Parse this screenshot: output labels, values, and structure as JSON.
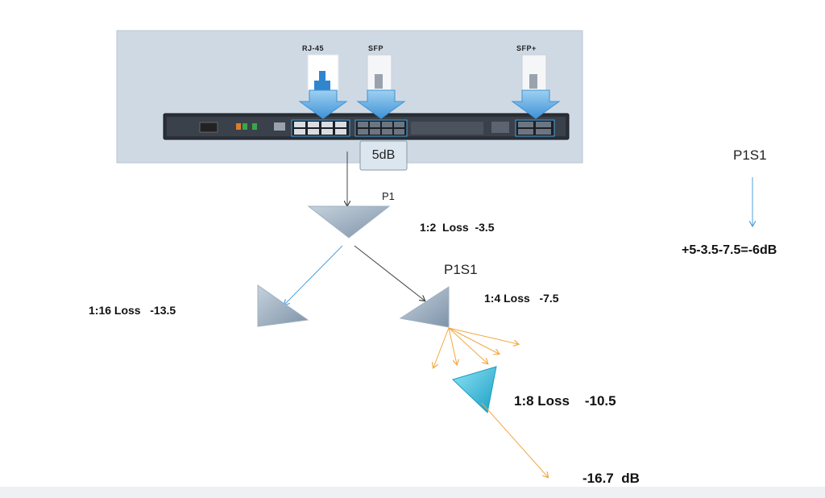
{
  "ports": {
    "rj45": "RJ-45",
    "sfp": "SFP",
    "sfp_plus": "SFP+"
  },
  "input_power": "5dB",
  "splitters": {
    "p1": {
      "name": "P1",
      "ratio_loss": "1:2  Loss  -3.5"
    },
    "p1s1": {
      "name": "P1S1",
      "ratio_loss": "1:4 Loss   -7.5"
    },
    "left": {
      "ratio_loss": "1:16 Loss   -13.5"
    },
    "cyan": {
      "ratio_loss": "1:8 Loss    -10.5"
    }
  },
  "output": "-16.7  dB",
  "side_calc": {
    "title": "P1S1",
    "formula": "+5-3.5-7.5=-6dB"
  },
  "colors": {
    "blue_arrow": "#4f9fdc",
    "orange_line": "#f2a742",
    "dark_line": "#555555",
    "cyan_triangle": "#27b3d6",
    "gray_triangle": "#8da3b8"
  }
}
